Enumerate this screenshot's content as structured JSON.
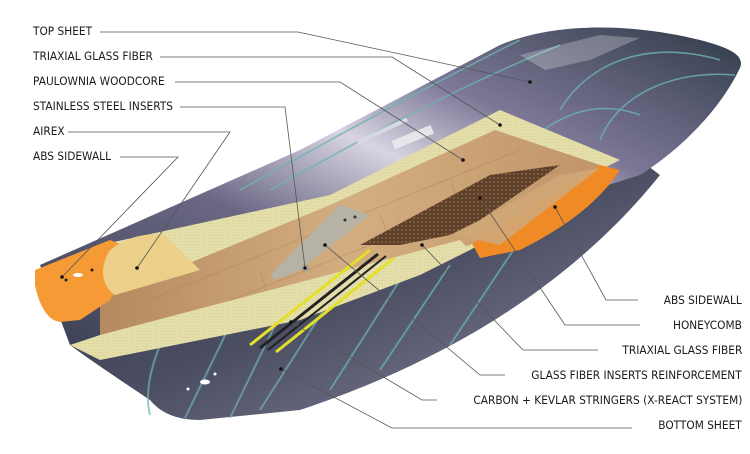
{
  "diagram": {
    "subject": "Kiteboard construction cutaway",
    "left_labels": [
      {
        "id": "top-sheet",
        "text": "TOP SHEET"
      },
      {
        "id": "triaxial-glass-fiber-top",
        "text": "TRIAXIAL GLASS FIBER"
      },
      {
        "id": "paulownia-woodcore",
        "text": "PAULOWNIA WOODCORE"
      },
      {
        "id": "stainless-steel-inserts",
        "text": "STAINLESS STEEL INSERTS"
      },
      {
        "id": "airex",
        "text": "AIREX"
      },
      {
        "id": "abs-sidewall-left",
        "text": "ABS SIDEWALL"
      }
    ],
    "right_labels": [
      {
        "id": "abs-sidewall-right",
        "text": "ABS SIDEWALL"
      },
      {
        "id": "honeycomb",
        "text": "HONEYCOMB"
      },
      {
        "id": "triaxial-glass-fiber-bottom",
        "text": "TRIAXIAL GLASS FIBER"
      },
      {
        "id": "glass-fiber-inserts-reinforcement",
        "text": "GLASS FIBER INSERTS REINFORCEMENT"
      },
      {
        "id": "carbon-kevlar-stringers",
        "text": "CARBON + KEVLAR STRINGERS (X-REACT SYSTEM)"
      },
      {
        "id": "bottom-sheet",
        "text": "BOTTOM SHEET"
      }
    ],
    "colors": {
      "top_sheet": "#4a4e62",
      "top_sheet_light": "#c9c6d6",
      "teal_stripe": "#6fb3b0",
      "glass_fiber": "#e2dca6",
      "woodcore": "#c49a6c",
      "honeycomb": "#6b4a33",
      "abs_sidewall": "#f08a24",
      "airex": "#ecd08a",
      "inserts_reinforcement": "#b7b2a6",
      "stringer_yellow": "#e4e02a",
      "bottom_sheet": "#2e3140",
      "leader_line": "#555555",
      "label_text": "#1a1a1a"
    }
  }
}
